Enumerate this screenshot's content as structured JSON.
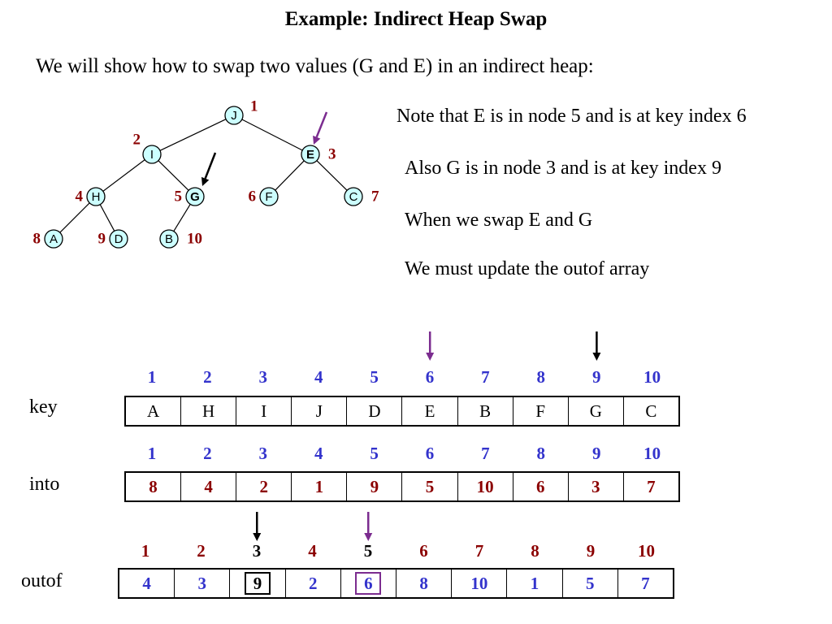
{
  "title": "Example:  Indirect Heap Swap",
  "intro": "We will show how to swap two values (G and E) in an indirect heap:",
  "notes": [
    "Note that E is in node 5 and is at key index 6",
    "Also G is in node 3 and is at key index 9",
    "When we swap E and G",
    "We must update the outof array"
  ],
  "colors": {
    "index_blue": "#3333cc",
    "index_red": "#8b0000",
    "node_fill": "#ccffff",
    "highlight_purple": "#7b2c8f",
    "highlight_black": "#000000"
  },
  "tree": {
    "nodes": [
      {
        "label": "J",
        "index": "1"
      },
      {
        "label": "I",
        "index": "2"
      },
      {
        "label": "E",
        "index": "3",
        "bold": true
      },
      {
        "label": "H",
        "index": "4"
      },
      {
        "label": "G",
        "index": "5",
        "bold": true
      },
      {
        "label": "F",
        "index": "6"
      },
      {
        "label": "C",
        "index": "7"
      },
      {
        "label": "A",
        "index": "8"
      },
      {
        "label": "D",
        "index": "9"
      },
      {
        "label": "B",
        "index": "10"
      }
    ],
    "arrows": [
      {
        "target_node": "3",
        "color": "#7b2c8f"
      },
      {
        "target_node": "5",
        "color": "#000000"
      }
    ]
  },
  "arrays": {
    "key": {
      "label": "key",
      "indices": [
        "1",
        "2",
        "3",
        "4",
        "5",
        "6",
        "7",
        "8",
        "9",
        "10"
      ],
      "values": [
        "A",
        "H",
        "I",
        "J",
        "D",
        "E",
        "B",
        "F",
        "G",
        "C"
      ],
      "arrows": [
        {
          "position": "6",
          "color": "#7b2c8f"
        },
        {
          "position": "9",
          "color": "#000000"
        }
      ]
    },
    "into": {
      "label": "into",
      "indices": [
        "1",
        "2",
        "3",
        "4",
        "5",
        "6",
        "7",
        "8",
        "9",
        "10"
      ],
      "values": [
        "8",
        "4",
        "2",
        "1",
        "9",
        "5",
        "10",
        "6",
        "3",
        "7"
      ]
    },
    "outof": {
      "label": "outof",
      "indices": [
        "1",
        "2",
        "3",
        "4",
        "5",
        "6",
        "7",
        "8",
        "9",
        "10"
      ],
      "values": [
        "4",
        "3",
        "9",
        "2",
        "6",
        "8",
        "10",
        "1",
        "5",
        "7"
      ],
      "highlighted_indices": [
        "3",
        "5"
      ],
      "boxed_values": [
        {
          "position": "3",
          "color": "#000000"
        },
        {
          "position": "5",
          "color": "#7b2c8f"
        }
      ],
      "arrows": [
        {
          "position": "3",
          "color": "#000000"
        },
        {
          "position": "5",
          "color": "#7b2c8f"
        }
      ]
    }
  }
}
